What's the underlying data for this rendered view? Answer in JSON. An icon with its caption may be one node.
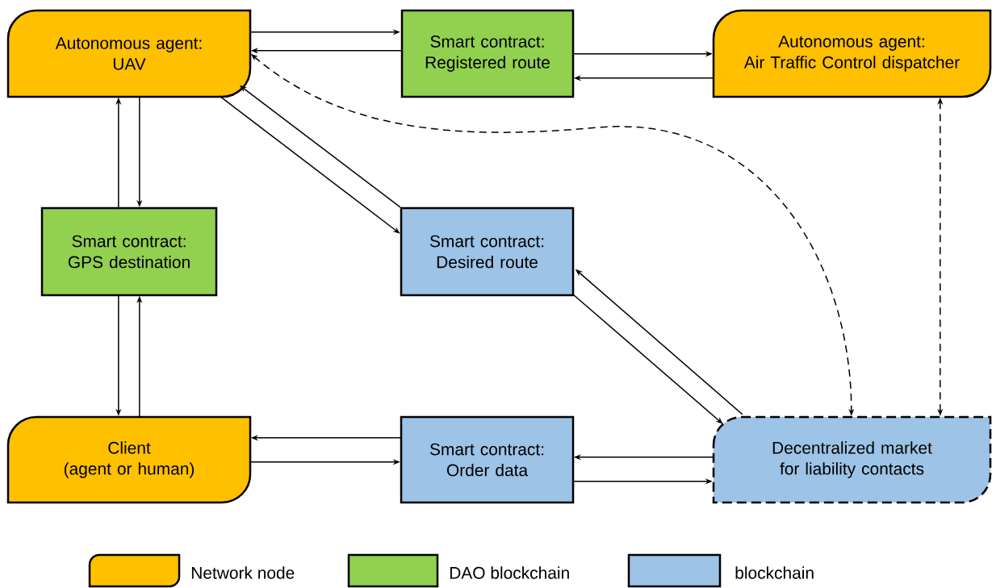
{
  "diagram": {
    "nodes": [
      {
        "text": [
          "Autonomous agent:",
          "UAV"
        ]
      },
      {
        "text": [
          "Smart contract:",
          "Registered route"
        ]
      },
      {
        "text": [
          "Autonomous agent:",
          "Air Traffic Control dispatcher"
        ]
      },
      {
        "text": [
          "Smart contract:",
          "GPS destination"
        ]
      },
      {
        "text": [
          "Smart contract:",
          "Desired route"
        ]
      },
      {
        "text": [
          "Client",
          "(agent or human)"
        ]
      },
      {
        "text": [
          "Smart contract:",
          "Order data"
        ]
      },
      {
        "text": [
          "Decentralized market for liability contacts"
        ]
      }
    ],
    "edges": [
      {
        "from": 0,
        "to": 1,
        "arrow": "to"
      },
      {
        "from": 1,
        "to": 0,
        "arrow": "to"
      },
      {
        "from": 1,
        "to": 2,
        "arrow": "to"
      },
      {
        "from": 2,
        "to": 1,
        "arrow": "to"
      },
      {
        "from": 3,
        "to": 0,
        "arrow": "to"
      },
      {
        "from": 0,
        "to": 3,
        "arrow": "to"
      },
      {
        "from": 3,
        "to": 5,
        "arrow": "to"
      },
      {
        "from": 5,
        "to": 3,
        "arrow": "to"
      },
      {
        "from": 4,
        "to": 0,
        "arrow": "to"
      },
      {
        "from": 0,
        "to": 4,
        "arrow": "to"
      },
      {
        "from": 7,
        "to": 4,
        "arrow": "to"
      },
      {
        "from": 4,
        "to": 7,
        "arrow": "to"
      },
      {
        "from": 6,
        "to": 5,
        "arrow": "to"
      },
      {
        "from": 5,
        "to": 6,
        "arrow": "to"
      },
      {
        "from": 7,
        "to": 6,
        "arrow": "to"
      },
      {
        "from": 6,
        "to": 7,
        "arrow": "to"
      },
      {
        "from": 0,
        "to": 7,
        "arrow": "both",
        "style": "dashed"
      },
      {
        "from": 2,
        "to": 7,
        "arrow": "both",
        "style": "dashed"
      }
    ],
    "legend": [
      {
        "text": "Network node",
        "color": "#ffc000"
      },
      {
        "text": "DAO blockchain",
        "color": "#92d050"
      },
      {
        "text": "blockchain",
        "color": "#9dc3e6"
      }
    ]
  }
}
